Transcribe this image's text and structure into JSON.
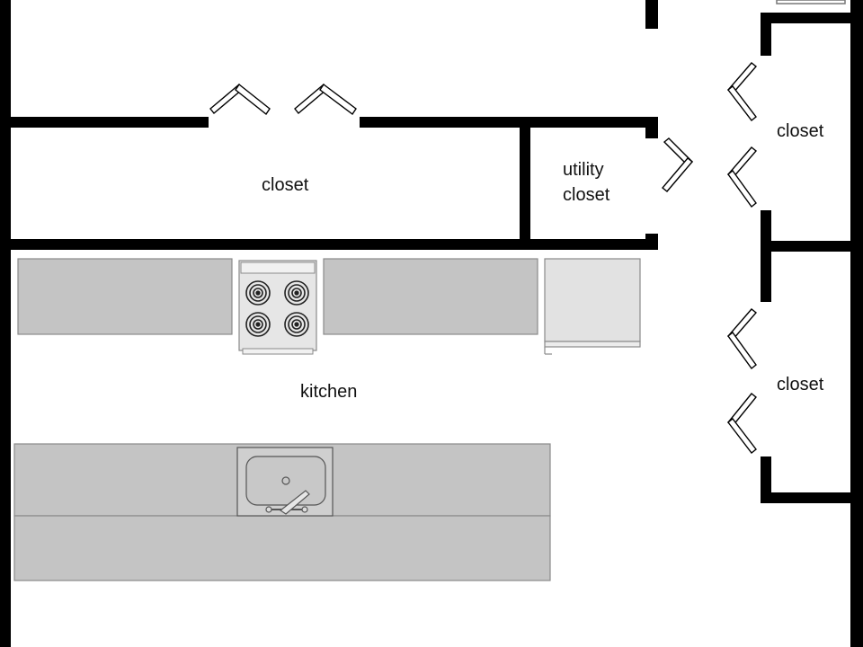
{
  "labels": {
    "closet_hall": "closet",
    "utility_line1": "utility",
    "utility_line2": "closet",
    "closet_right_upper": "closet",
    "closet_right_lower": "closet",
    "kitchen": "kitchen"
  },
  "colors": {
    "wall": "#000000",
    "counter_fill": "#c4c4c4",
    "counter_stroke": "#8a8a8a",
    "stove_fill": "#e6e6e6",
    "fridge_fill": "#e2e2e2",
    "burner": "#222222",
    "background": "#ffffff"
  },
  "icons": {
    "burners": "stove-burner-icon",
    "sink": "sink-icon",
    "faucet": "faucet-icon"
  }
}
